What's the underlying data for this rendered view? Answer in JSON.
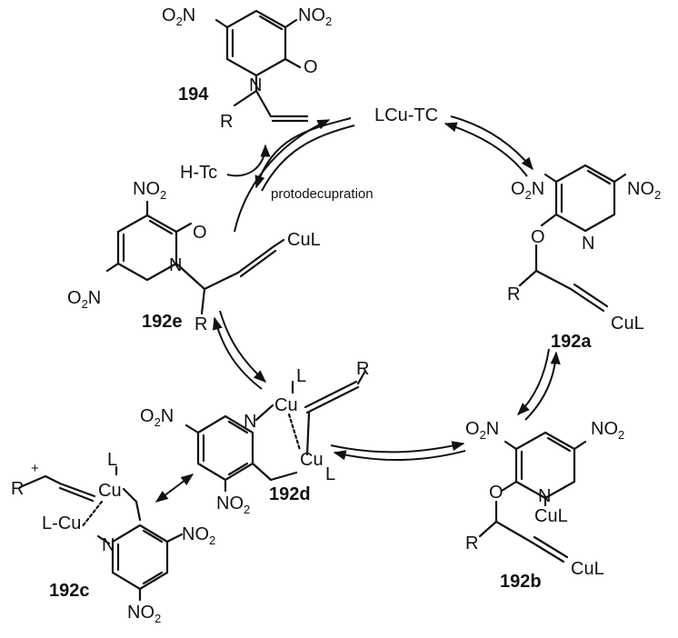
{
  "labels": {
    "no2": "NO",
    "no2_sub": "2",
    "o2n_prefix": "O",
    "o2n_sub": "2",
    "o2n_suffix": "N",
    "O": "O",
    "N": "N",
    "R": "R",
    "L": "L",
    "Cu": "Cu",
    "CuL": "CuL",
    "LCu_dash": "L-Cu",
    "plus": "+"
  },
  "catalyst": "LCu-TC",
  "proton_source": "H-Tc",
  "step_label": "protodecupration",
  "compounds": {
    "c194": "194",
    "c192a": "192a",
    "c192b": "192b",
    "c192c": "192c",
    "c192d": "192d",
    "c192e": "192e"
  }
}
